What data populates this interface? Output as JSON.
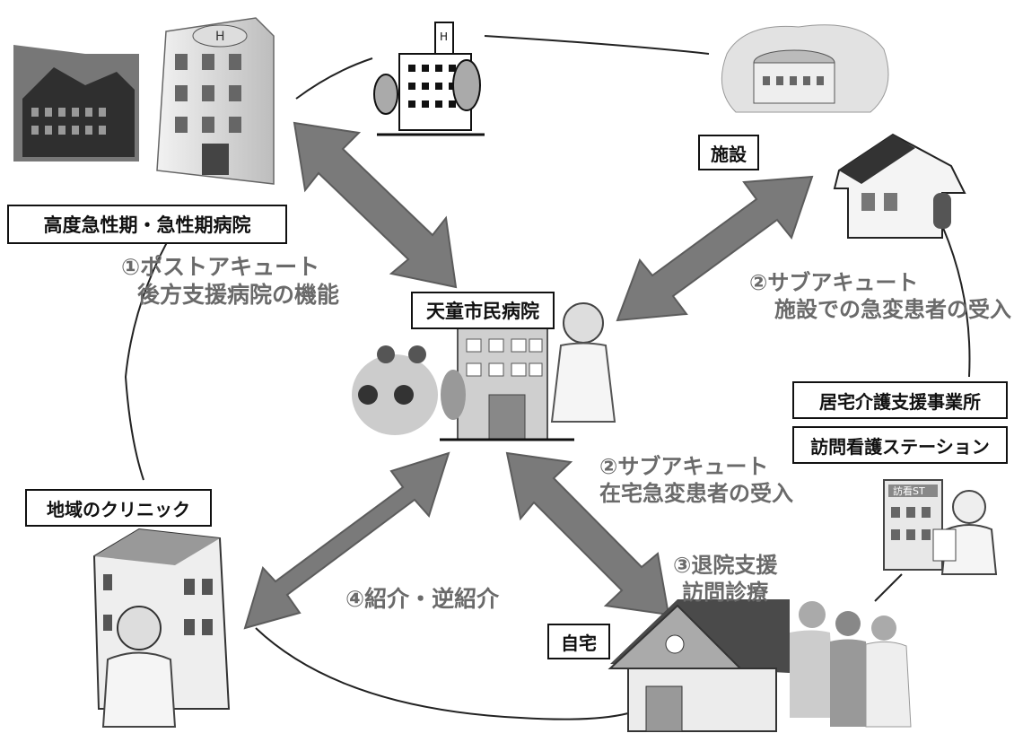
{
  "labels": {
    "acute_hospital": "高度急性期・急性期病院",
    "facility": "施設",
    "center_hospital": "天童市民病院",
    "home_care_office": "居宅介護支援事業所",
    "nursing_station": "訪問看護ステーション",
    "local_clinic": "地域のクリニック",
    "home": "自宅"
  },
  "captions": {
    "post_acute_1": "①ポストアキュート",
    "post_acute_2": "後方支援病院の機能",
    "sub_acute_facility_1": "②サブアキュート",
    "sub_acute_facility_2": "施設での急変患者の受入",
    "sub_acute_home_1": "②サブアキュート",
    "sub_acute_home_2": "在宅急変患者の受入",
    "discharge_1": "③退院支援",
    "discharge_2": "訪問診療",
    "referral": "④紹介・逆紹介"
  },
  "icons": {
    "nursing_station_sign": "訪看ST"
  },
  "colors": {
    "arrow": "#7a7a7a",
    "arrow_edge": "#5c5c5c",
    "circle_line": "#222222",
    "caption_text": "#6a6a6a"
  }
}
